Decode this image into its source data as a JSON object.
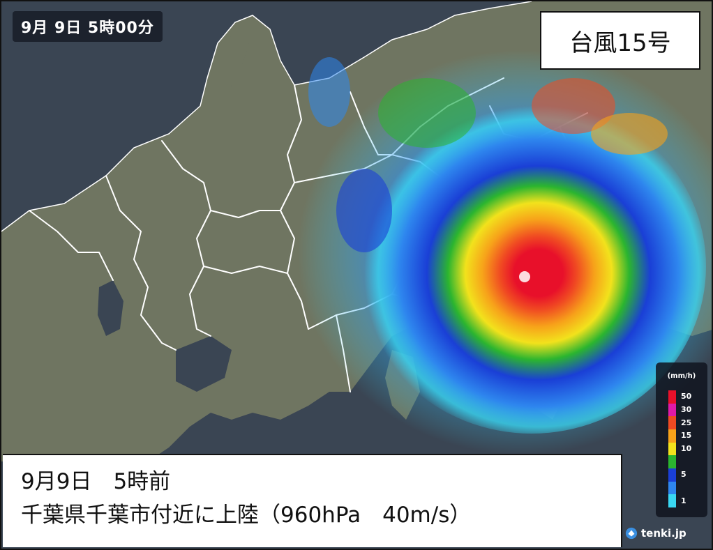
{
  "header": {
    "timestamp": "9月 9日 5時00分",
    "title": "台風15号"
  },
  "caption": {
    "line1": "9月9日　5時前",
    "line2": "千葉県千葉市付近に上陸（960hPa　40m/s）"
  },
  "legend": {
    "unit": "(mm/h)",
    "levels": [
      {
        "label": "50",
        "color": "#e8102a"
      },
      {
        "label": "30",
        "color": "#e01aa8"
      },
      {
        "label": "25",
        "color": "#f04a22"
      },
      {
        "label": "15",
        "color": "#f7a21a"
      },
      {
        "label": "10",
        "color": "#f2e21c"
      },
      {
        "label": "",
        "color": "#2bb52f"
      },
      {
        "label": "5",
        "color": "#1a3fd6"
      },
      {
        "label": "",
        "color": "#2e86ee"
      },
      {
        "label": "1",
        "color": "#39d7f2"
      }
    ]
  },
  "brand": {
    "name": "tenki.jp",
    "icon": "tenki-logo-icon"
  },
  "map": {
    "land_color": "#6f7561",
    "sea_color": "#3a4553",
    "border_color": "#ffffff",
    "storm": {
      "core_color": "#e8102a",
      "ring_colors": [
        "#f04a22",
        "#f7a21a",
        "#f2e21c",
        "#2bb52f",
        "#1a3fd6",
        "#2e86ee",
        "#39d7f2"
      ]
    }
  }
}
